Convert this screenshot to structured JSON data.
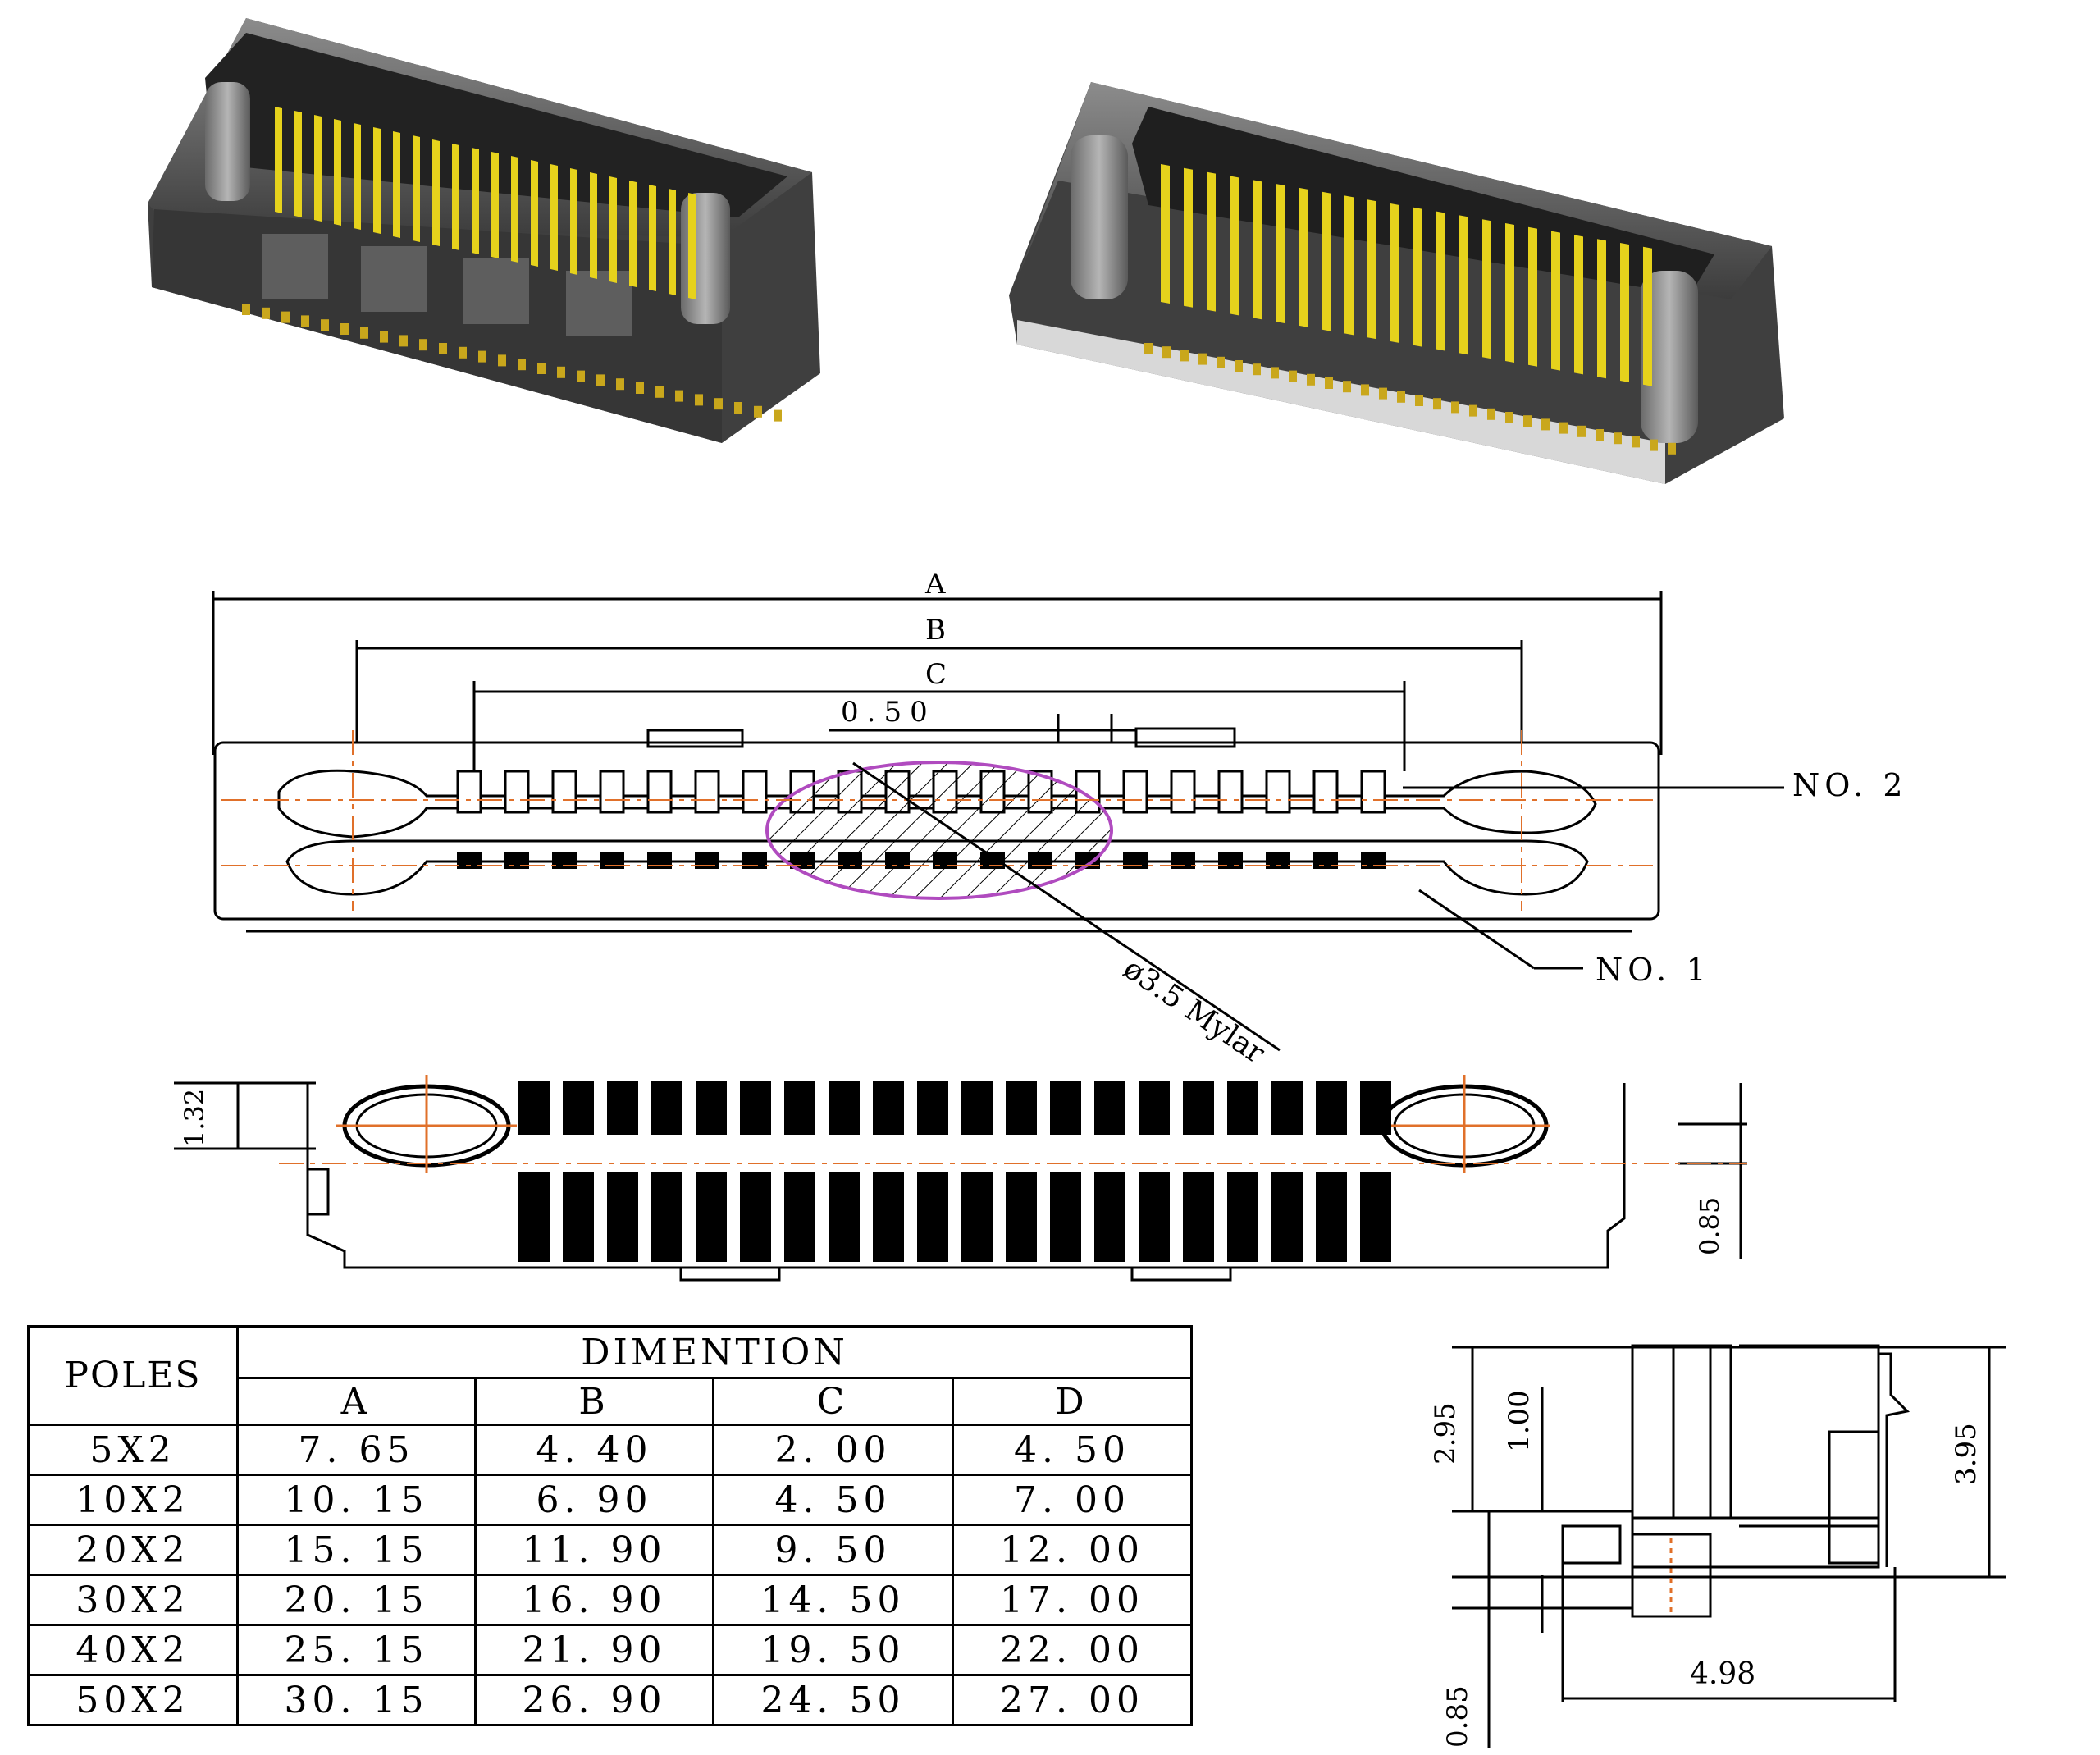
{
  "top_view": {
    "dim_a": "A",
    "dim_b": "B",
    "dim_c": "C",
    "pitch": "0.50",
    "pin_no2": "NO. 2",
    "pin_no1": "NO. 1",
    "mylar": "ø3.5 Mylar"
  },
  "footprint_view": {
    "dim_132": "1.32",
    "dim_085": "0.85"
  },
  "side_view": {
    "dim_295": "2.95",
    "dim_100": "1.00",
    "dim_395": "3.95",
    "dim_085": "0.85",
    "dim_498": "4.98"
  },
  "table": {
    "poles_header": "POLES",
    "dimension_header": "DIMENTION",
    "columns": [
      "A",
      "B",
      "C",
      "D"
    ],
    "rows": [
      {
        "poles": "5X2",
        "a": "7. 65",
        "b": "4. 40",
        "c": "2. 00",
        "d": "4. 50"
      },
      {
        "poles": "10X2",
        "a": "10. 15",
        "b": "6. 90",
        "c": "4. 50",
        "d": "7. 00"
      },
      {
        "poles": "20X2",
        "a": "15. 15",
        "b": "11. 90",
        "c": "9. 50",
        "d": "12. 00"
      },
      {
        "poles": "30X2",
        "a": "20. 15",
        "b": "16. 90",
        "c": "14. 50",
        "d": "17. 00"
      },
      {
        "poles": "40X2",
        "a": "25. 15",
        "b": "21. 90",
        "c": "19. 50",
        "d": "22. 00"
      },
      {
        "poles": "50X2",
        "a": "30. 15",
        "b": "26. 90",
        "c": "24. 50",
        "d": "27. 00"
      }
    ]
  },
  "colors": {
    "housing_dark": "#4a4a4a",
    "housing_mid": "#7a7a7a",
    "contact_gold": "#e6d21c",
    "centerline": "#e0702a",
    "mylar_circle": "#b04bbf",
    "ink": "#000000"
  }
}
